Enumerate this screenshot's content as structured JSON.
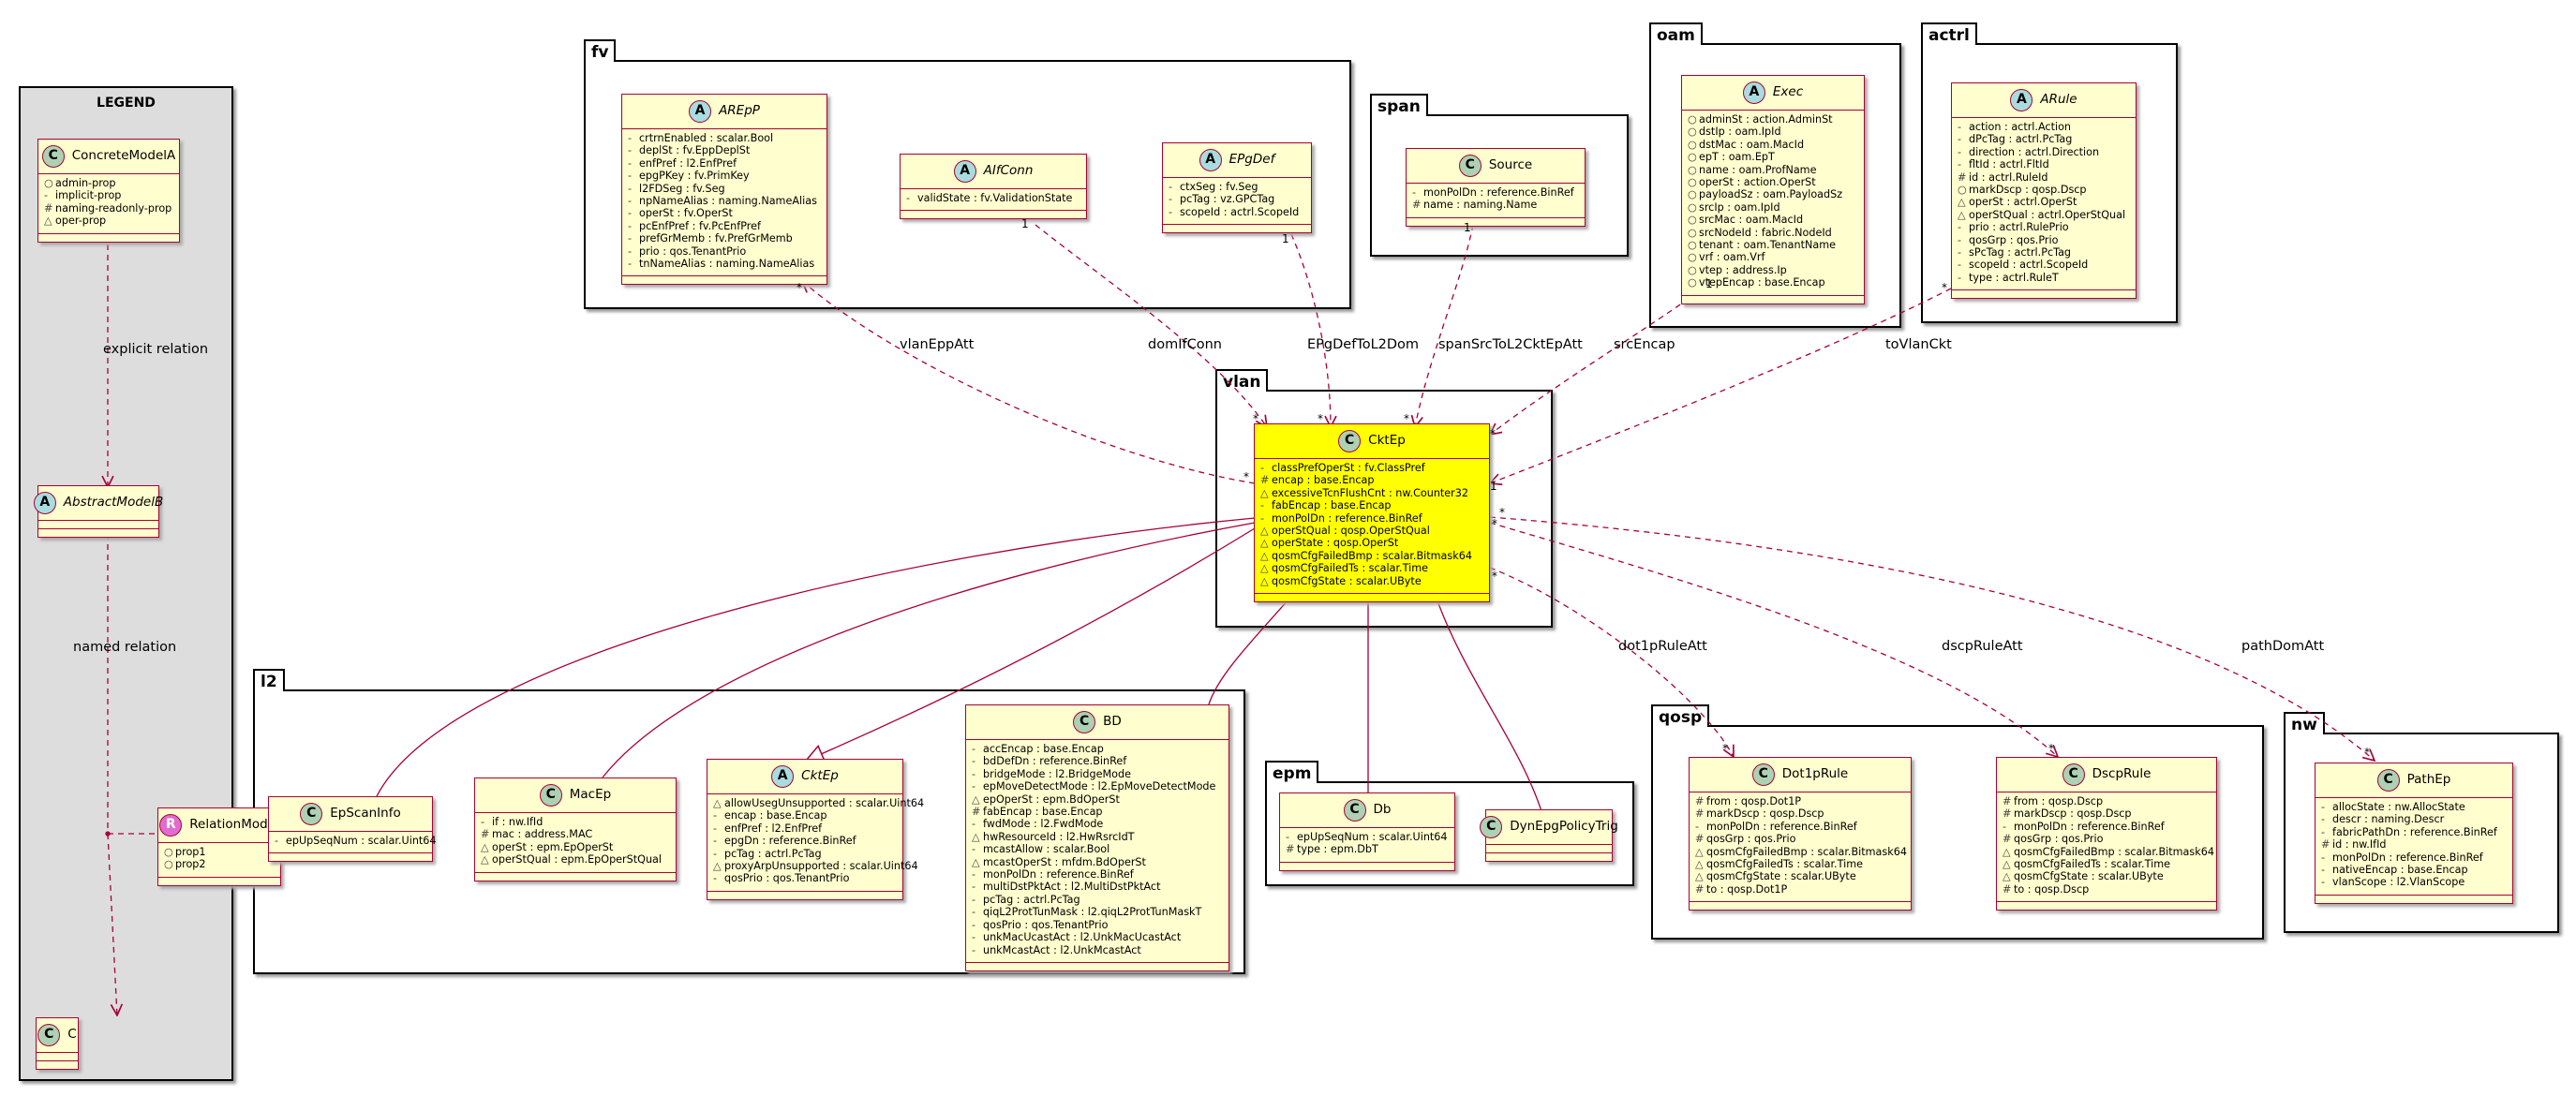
{
  "legend": {
    "title": "LEGEND",
    "concrete": {
      "badge": "C",
      "name": "ConcreteModelA",
      "attrs": [
        [
          "○",
          "admin-prop"
        ],
        [
          "-",
          "implicit-prop"
        ],
        [
          "#",
          "naming-readonly-prop"
        ],
        [
          "△",
          "oper-prop"
        ]
      ]
    },
    "abstract": {
      "badge": "A",
      "name": "AbstractModelB"
    },
    "relation": {
      "badge": "R",
      "name": "RelationModel",
      "attrs": [
        [
          "○",
          "prop1"
        ],
        [
          "○",
          "prop2"
        ]
      ]
    },
    "c": {
      "badge": "C",
      "name": "C"
    },
    "explicit_label": "explicit relation",
    "named_label": "named relation"
  },
  "packages": {
    "fv": "fv",
    "span": "span",
    "oam": "oam",
    "actrl": "actrl",
    "vlan": "vlan",
    "l2": "l2",
    "epm": "epm",
    "qosp": "qosp",
    "nw": "nw"
  },
  "classes": {
    "arepp": {
      "badge": "A",
      "name": "AREpP",
      "attrs": [
        [
          "-",
          "crtrnEnabled : scalar.Bool"
        ],
        [
          "-",
          "deplSt : fv.EppDeplSt"
        ],
        [
          "-",
          "enfPref : l2.EnfPref"
        ],
        [
          "-",
          "epgPKey : fv.PrimKey"
        ],
        [
          "-",
          "l2FDSeg : fv.Seg"
        ],
        [
          "-",
          "npNameAlias : naming.NameAlias"
        ],
        [
          "-",
          "operSt : fv.OperSt"
        ],
        [
          "-",
          "pcEnfPref : fv.PcEnfPref"
        ],
        [
          "-",
          "prefGrMemb : fv.PrefGrMemb"
        ],
        [
          "-",
          "prio : qos.TenantPrio"
        ],
        [
          "-",
          "tnNameAlias : naming.NameAlias"
        ]
      ]
    },
    "aifconn": {
      "badge": "A",
      "name": "AIfConn",
      "attrs": [
        [
          "-",
          "validState : fv.ValidationState"
        ]
      ]
    },
    "epgdef": {
      "badge": "A",
      "name": "EPgDef",
      "attrs": [
        [
          "-",
          "ctxSeg : fv.Seg"
        ],
        [
          "-",
          "pcTag : vz.GPCTag"
        ],
        [
          "-",
          "scopeId : actrl.ScopeId"
        ]
      ]
    },
    "source": {
      "badge": "C",
      "name": "Source",
      "attrs": [
        [
          "-",
          "monPolDn : reference.BinRef"
        ],
        [
          "#",
          "name : naming.Name"
        ]
      ]
    },
    "exec": {
      "badge": "A",
      "name": "Exec",
      "attrs": [
        [
          "○",
          "adminSt : action.AdminSt"
        ],
        [
          "○",
          "dstIp : oam.IpId"
        ],
        [
          "○",
          "dstMac : oam.MacId"
        ],
        [
          "○",
          "epT : oam.EpT"
        ],
        [
          "○",
          "name : oam.ProfName"
        ],
        [
          "○",
          "operSt : action.OperSt"
        ],
        [
          "○",
          "payloadSz : oam.PayloadSz"
        ],
        [
          "○",
          "srcIp : oam.IpId"
        ],
        [
          "○",
          "srcMac : oam.MacId"
        ],
        [
          "○",
          "srcNodeId : fabric.NodeId"
        ],
        [
          "○",
          "tenant : oam.TenantName"
        ],
        [
          "○",
          "vrf : oam.Vrf"
        ],
        [
          "○",
          "vtep : address.Ip"
        ],
        [
          "○",
          "vtepEncap : base.Encap"
        ]
      ]
    },
    "arule": {
      "badge": "A",
      "name": "ARule",
      "attrs": [
        [
          "-",
          "action : actrl.Action"
        ],
        [
          "-",
          "dPcTag : actrl.PcTag"
        ],
        [
          "-",
          "direction : actrl.Direction"
        ],
        [
          "-",
          "fltId : actrl.FltId"
        ],
        [
          "#",
          "id : actrl.RuleId"
        ],
        [
          "○",
          "markDscp : qosp.Dscp"
        ],
        [
          "△",
          "operSt : actrl.OperSt"
        ],
        [
          "△",
          "operStQual : actrl.OperStQual"
        ],
        [
          "-",
          "prio : actrl.RulePrio"
        ],
        [
          "-",
          "qosGrp : qos.Prio"
        ],
        [
          "-",
          "sPcTag : actrl.PcTag"
        ],
        [
          "-",
          "scopeId : actrl.ScopeId"
        ],
        [
          "-",
          "type : actrl.RuleT"
        ]
      ]
    },
    "cktep": {
      "badge": "C",
      "name": "CktEp",
      "attrs": [
        [
          "-",
          "classPrefOperSt : fv.ClassPref"
        ],
        [
          "#",
          "encap : base.Encap"
        ],
        [
          "△",
          "excessiveTcnFlushCnt : nw.Counter32"
        ],
        [
          "-",
          "fabEncap : base.Encap"
        ],
        [
          "-",
          "monPolDn : reference.BinRef"
        ],
        [
          "△",
          "operStQual : qosp.OperStQual"
        ],
        [
          "△",
          "operState : qosp.OperSt"
        ],
        [
          "△",
          "qosmCfgFailedBmp : scalar.Bitmask64"
        ],
        [
          "△",
          "qosmCfgFailedTs : scalar.Time"
        ],
        [
          "△",
          "qosmCfgState : scalar.UByte"
        ]
      ]
    },
    "epscaninfo": {
      "badge": "C",
      "name": "EpScanInfo",
      "attrs": [
        [
          "-",
          "epUpSeqNum : scalar.Uint64"
        ]
      ]
    },
    "macep": {
      "badge": "C",
      "name": "MacEp",
      "attrs": [
        [
          "-",
          "if : nw.IfId"
        ],
        [
          "#",
          "mac : address.MAC"
        ],
        [
          "△",
          "operSt : epm.EpOperSt"
        ],
        [
          "△",
          "operStQual : epm.EpOperStQual"
        ]
      ]
    },
    "l2cktep": {
      "badge": "A",
      "name": "CktEp",
      "attrs": [
        [
          "△",
          "allowUsegUnsupported : scalar.Uint64"
        ],
        [
          "-",
          "encap : base.Encap"
        ],
        [
          "-",
          "enfPref : l2.EnfPref"
        ],
        [
          "-",
          "epgDn : reference.BinRef"
        ],
        [
          "-",
          "pcTag : actrl.PcTag"
        ],
        [
          "△",
          "proxyArpUnsupported : scalar.Uint64"
        ],
        [
          "-",
          "qosPrio : qos.TenantPrio"
        ]
      ]
    },
    "bd": {
      "badge": "C",
      "name": "BD",
      "attrs": [
        [
          "-",
          "accEncap : base.Encap"
        ],
        [
          "-",
          "bdDefDn : reference.BinRef"
        ],
        [
          "-",
          "bridgeMode : l2.BridgeMode"
        ],
        [
          "-",
          "epMoveDetectMode : l2.EpMoveDetectMode"
        ],
        [
          "△",
          "epOperSt : epm.BdOperSt"
        ],
        [
          "#",
          "fabEncap : base.Encap"
        ],
        [
          "-",
          "fwdMode : l2.FwdMode"
        ],
        [
          "△",
          "hwResourceId : l2.HwRsrcIdT"
        ],
        [
          "-",
          "mcastAllow : scalar.Bool"
        ],
        [
          "△",
          "mcastOperSt : mfdm.BdOperSt"
        ],
        [
          "-",
          "monPolDn : reference.BinRef"
        ],
        [
          "-",
          "multiDstPktAct : l2.MultiDstPktAct"
        ],
        [
          "-",
          "pcTag : actrl.PcTag"
        ],
        [
          "-",
          "qiqL2ProtTunMask : l2.qiqL2ProtTunMaskT"
        ],
        [
          "-",
          "qosPrio : qos.TenantPrio"
        ],
        [
          "-",
          "unkMacUcastAct : l2.UnkMacUcastAct"
        ],
        [
          "-",
          "unkMcastAct : l2.UnkMcastAct"
        ]
      ]
    },
    "db": {
      "badge": "C",
      "name": "Db",
      "attrs": [
        [
          "-",
          "epUpSeqNum : scalar.Uint64"
        ],
        [
          "#",
          "type : epm.DbT"
        ]
      ]
    },
    "dynepg": {
      "badge": "C",
      "name": "DynEpgPolicyTrig",
      "attrs": []
    },
    "dot1prule": {
      "badge": "C",
      "name": "Dot1pRule",
      "attrs": [
        [
          "#",
          "from : qosp.Dot1P"
        ],
        [
          "#",
          "markDscp : qosp.Dscp"
        ],
        [
          "-",
          "monPolDn : reference.BinRef"
        ],
        [
          "#",
          "qosGrp : qos.Prio"
        ],
        [
          "△",
          "qosmCfgFailedBmp : scalar.Bitmask64"
        ],
        [
          "△",
          "qosmCfgFailedTs : scalar.Time"
        ],
        [
          "△",
          "qosmCfgState : scalar.UByte"
        ],
        [
          "#",
          "to : qosp.Dot1P"
        ]
      ]
    },
    "dscprule": {
      "badge": "C",
      "name": "DscpRule",
      "attrs": [
        [
          "#",
          "from : qosp.Dscp"
        ],
        [
          "#",
          "markDscp : qosp.Dscp"
        ],
        [
          "-",
          "monPolDn : reference.BinRef"
        ],
        [
          "#",
          "qosGrp : qos.Prio"
        ],
        [
          "△",
          "qosmCfgFailedBmp : scalar.Bitmask64"
        ],
        [
          "△",
          "qosmCfgFailedTs : scalar.Time"
        ],
        [
          "△",
          "qosmCfgState : scalar.UByte"
        ],
        [
          "#",
          "to : qosp.Dscp"
        ]
      ]
    },
    "pathep": {
      "badge": "C",
      "name": "PathEp",
      "attrs": [
        [
          "-",
          "allocState : nw.AllocState"
        ],
        [
          "-",
          "descr : naming.Descr"
        ],
        [
          "-",
          "fabricPathDn : reference.BinRef"
        ],
        [
          "#",
          "id : nw.IfId"
        ],
        [
          "-",
          "monPolDn : reference.BinRef"
        ],
        [
          "-",
          "nativeEncap : base.Encap"
        ],
        [
          "-",
          "vlanScope : l2.VlanScope"
        ]
      ]
    }
  },
  "relations": {
    "vlanEppAtt": "vlanEppAtt",
    "domIfConn": "domIfConn",
    "EPgDefToL2Dom": "EPgDefToL2Dom",
    "spanSrcToL2CktEpAtt": "spanSrcToL2CktEpAtt",
    "srcEncap": "srcEncap",
    "toVlanCkt": "toVlanCkt",
    "dot1pRuleAtt": "dot1pRuleAtt",
    "dscpRuleAtt": "dscpRuleAtt",
    "pathDomAtt": "pathDomAtt"
  },
  "multiplicity": {
    "one": "1",
    "many": "*"
  },
  "colors": {
    "class_fill": "#fefece",
    "class_border": "#a80036",
    "highlight": "#ffff00",
    "legend_bg": "#dddddd"
  }
}
